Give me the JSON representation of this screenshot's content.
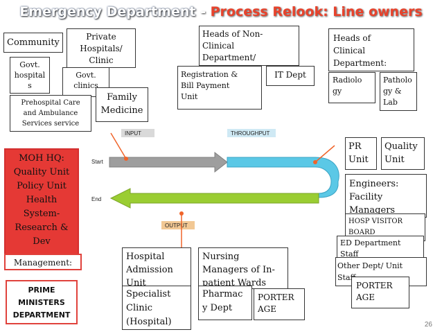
{
  "title": {
    "main": "Emergency Department",
    "separator": " - ",
    "accent": "Process Relook: Line owners"
  },
  "flow": {
    "start": "Start",
    "end": "End",
    "input": "INPUT",
    "throughput": "THROUGHPUT",
    "output": "OUTPUT"
  },
  "boxes": {
    "community": "Community",
    "private_hospitals": "Private\nHospitals/\nClinic",
    "govt_hospital": "Govt.\nhospital\ns",
    "govt_clinics": "Govt.\nclinics",
    "prehospital": "Prehospital Care\nand Ambulance\nServices service",
    "family_medicine": "Family\nMedicine",
    "heads_non_clinical": "Heads of Non-\nClinical\nDepartment/\nUnit",
    "registration": "Registration &\nBill Payment\nUnit",
    "it_dept": "IT Dept",
    "heads_clinical": "Heads of\nClinical\nDepartment:",
    "radiology": "Radiolo\ngy",
    "pathology": "Patholo\ngy &\nLab",
    "pr_unit": "PR\nUnit",
    "quality_unit": "Quality\nUnit",
    "engineers": "Engineers:\nFacility\nManagers",
    "hosp_visitor": "HOSP VISITOR\nBOARD",
    "ed_staff": "ED Department\nStaff",
    "other_dept": "Other Dept/ Unit\nStaff",
    "porter_right": "PORTER\nAGE",
    "moh_hq": "MOH HQ:\nQuality Unit\nPolicy Unit\nHealth\nSystem-\nResearch &\nDev",
    "management": "Management:",
    "prime_minister": "PRIME\nMINISTERS\nDEPARTMENT",
    "hospital_admission": "Hospital\nAdmission\nUnit",
    "nursing_managers": "Nursing\nManagers of In-\npatient Wards",
    "specialist_clinic": "Specialist\nClinic\n(Hospital)",
    "pharmacy": "Pharmac\ny Dept",
    "porter_bottom": "PORTER\nAGE"
  },
  "page_number": "26",
  "colors": {
    "title_accent": "#e8432c",
    "input_arrow": "#9e9e9e",
    "throughput_arrow": "#5bc8e6",
    "output_arrow": "#9acd32",
    "label_bg": "#d9d9d9",
    "throughput_label_bg": "#cfe9f4",
    "output_label_bg": "#f2c894",
    "connector": "#f0642a",
    "moh_box": "#e53935"
  }
}
